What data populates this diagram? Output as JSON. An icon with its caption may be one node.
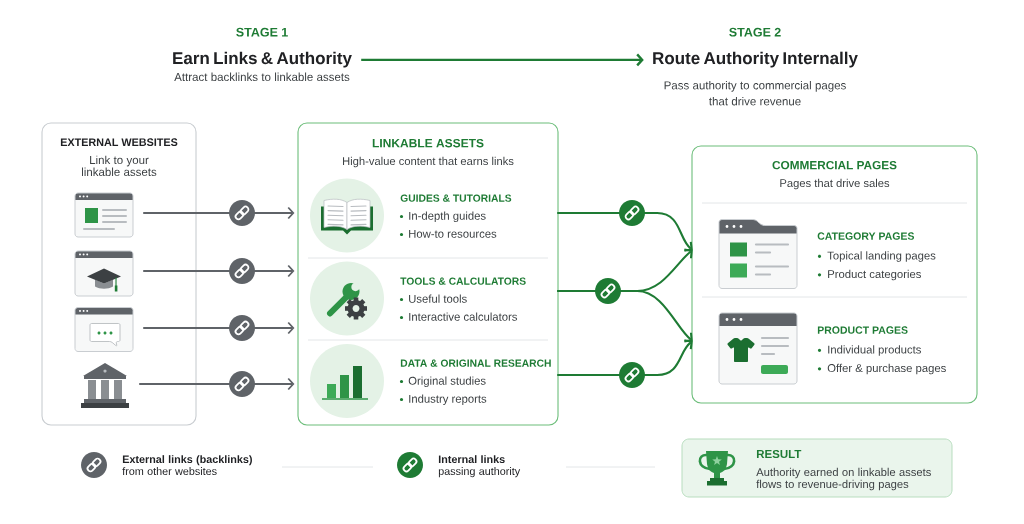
{
  "diagram": {
    "nodes": [
      {
        "text": [
          "STAGE 1",
          "Earn Links & Authority",
          "Attract backlinks to linkable assets"
        ]
      },
      {
        "text": [
          "STAGE 2",
          "Route Authority Internally",
          "Pass authority to commercial pages that drive revenue"
        ]
      },
      {
        "text": [
          "EXTERNAL WEBSITES",
          "Link to your linkable assets"
        ]
      },
      {
        "text": [],
        "shape": "picture",
        "in": 2
      },
      {
        "text": [],
        "shape": "picture",
        "in": 2
      },
      {
        "text": [],
        "shape": "picture",
        "in": 2
      },
      {
        "text": [],
        "shape": "picture",
        "in": 2
      },
      {
        "text": [
          "LINKABLE ASSETS",
          "High-value content that earns links"
        ]
      },
      {
        "text": [
          "GUIDES & TUTORIALS",
          "In-depth guides",
          "How-to resources"
        ],
        "in": 7
      },
      {
        "text": [
          "TOOLS & CALCULATORS",
          "Useful tools",
          "Interactive calculators"
        ],
        "in": 7
      },
      {
        "text": [
          "DATA & ORIGINAL RESEARCH",
          "Original studies",
          "Industry reports"
        ],
        "in": 7
      },
      {
        "text": [
          "COMMERCIAL PAGES",
          "Pages that drive sales"
        ]
      },
      {
        "text": [
          "CATEGORY PAGES",
          "Topical landing pages",
          "Product categories"
        ],
        "in": 11
      },
      {
        "text": [
          "PRODUCT PAGES",
          "Individual products",
          "Offer & purchase pages"
        ],
        "in": 11
      },
      {
        "text": [
          "RESULT",
          "Authority earned on linkable assets flows to revenue-driving pages"
        ]
      }
    ],
    "edges": [
      {
        "from": 0,
        "to": 1,
        "arrow": "to"
      },
      {
        "from": 3,
        "to": 7,
        "arrow": "to",
        "color": "#5f6368"
      },
      {
        "from": 4,
        "to": 7,
        "arrow": "to",
        "color": "#5f6368"
      },
      {
        "from": 5,
        "to": 7,
        "arrow": "to",
        "color": "#5f6368"
      },
      {
        "from": 6,
        "to": 7,
        "arrow": "to",
        "color": "#5f6368"
      },
      {
        "from": 8,
        "to": 12,
        "arrow": "to"
      },
      {
        "from": 9,
        "to": 12,
        "arrow": "to"
      },
      {
        "from": 9,
        "to": 13,
        "arrow": "to"
      },
      {
        "from": 10,
        "to": 13,
        "arrow": "to"
      }
    ],
    "legend": [
      {
        "text": "**External links (backlinks)** from other websites",
        "color": "#5f6368"
      },
      {
        "text": "**Internal links** passing authority",
        "color": "#1e7b34"
      }
    ]
  }
}
